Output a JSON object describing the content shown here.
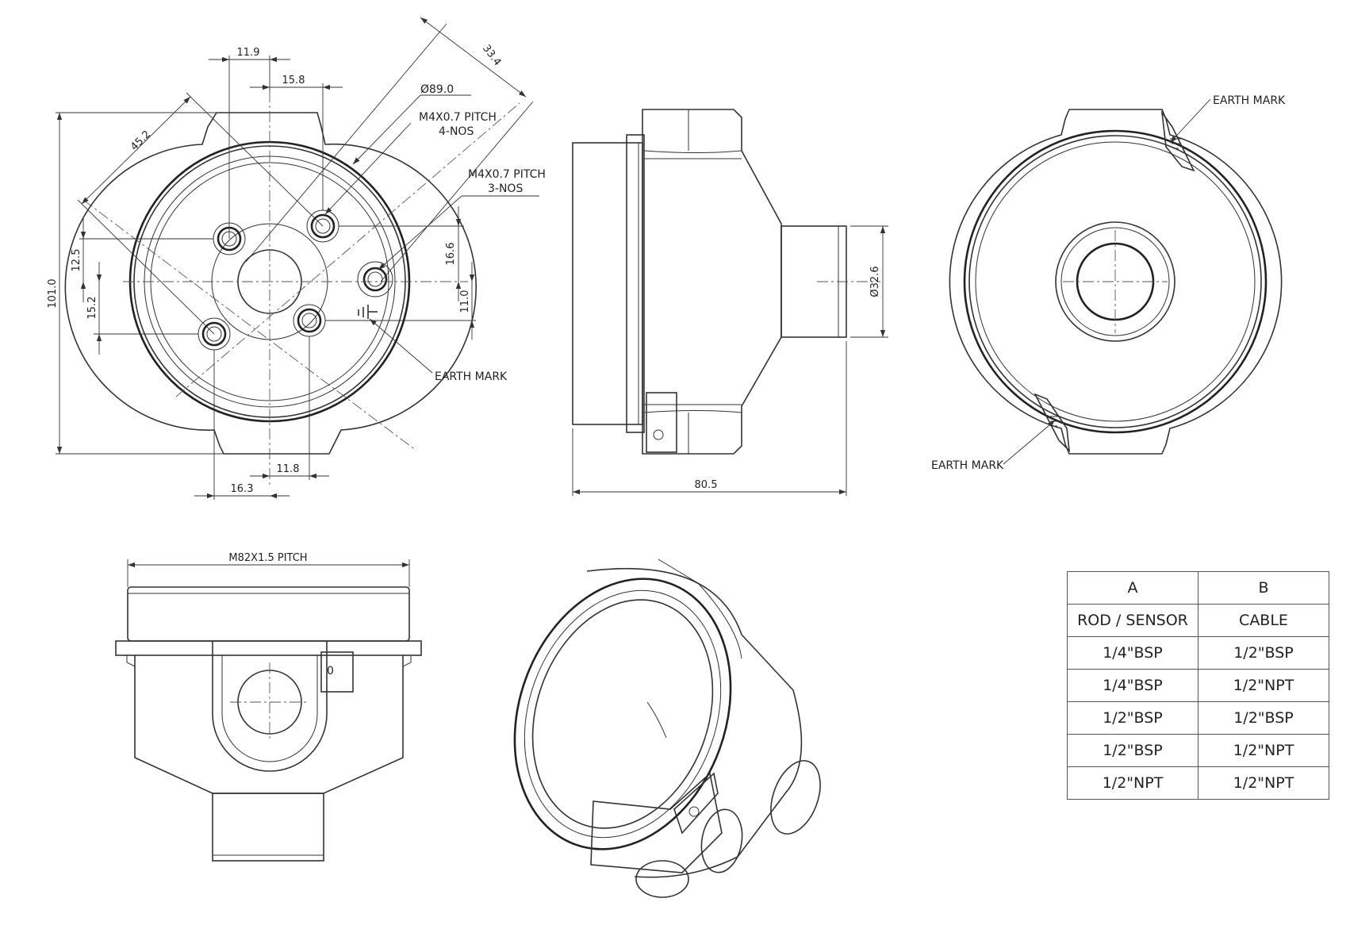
{
  "front_view": {
    "dimensions": {
      "d_11_9": "11.9",
      "d_15_8": "15.8",
      "d_33_4": "33.4",
      "d_45_2": "45.2",
      "d_101_0": "101.0",
      "d_12_5": "12.5",
      "d_15_2": "15.2",
      "d_16_6": "16.6",
      "d_11_0": "11.0",
      "d_11_8": "11.8",
      "d_16_3": "16.3",
      "dia_89": "Ø89.0"
    },
    "notes": {
      "m4_4nos_line1": "M4X0.7 PITCH",
      "m4_4nos_line2": "4-NOS",
      "m4_3nos_line1": "M4X0.7 PITCH",
      "m4_3nos_line2": "3-NOS",
      "earth_mark": "EARTH MARK"
    }
  },
  "side_view": {
    "dimensions": {
      "d_80_5": "80.5",
      "dia_32_6": "Ø32.6"
    }
  },
  "rear_view": {
    "notes": {
      "earth_mark_top": "EARTH MARK",
      "earth_mark_bottom": "EARTH MARK"
    }
  },
  "bottom_view": {
    "dimensions": {
      "thread": "M82X1.5 PITCH"
    },
    "marks": {
      "zero": "0"
    }
  },
  "spec_table": {
    "header": [
      "A",
      "B"
    ],
    "subheader": [
      "ROD / SENSOR",
      "CABLE"
    ],
    "rows": [
      [
        "1/4\"BSP",
        "1/2\"BSP"
      ],
      [
        "1/4\"BSP",
        "1/2\"NPT"
      ],
      [
        "1/2\"BSP",
        "1/2\"BSP"
      ],
      [
        "1/2\"BSP",
        "1/2\"NPT"
      ],
      [
        "1/2\"NPT",
        "1/2\"NPT"
      ]
    ]
  }
}
